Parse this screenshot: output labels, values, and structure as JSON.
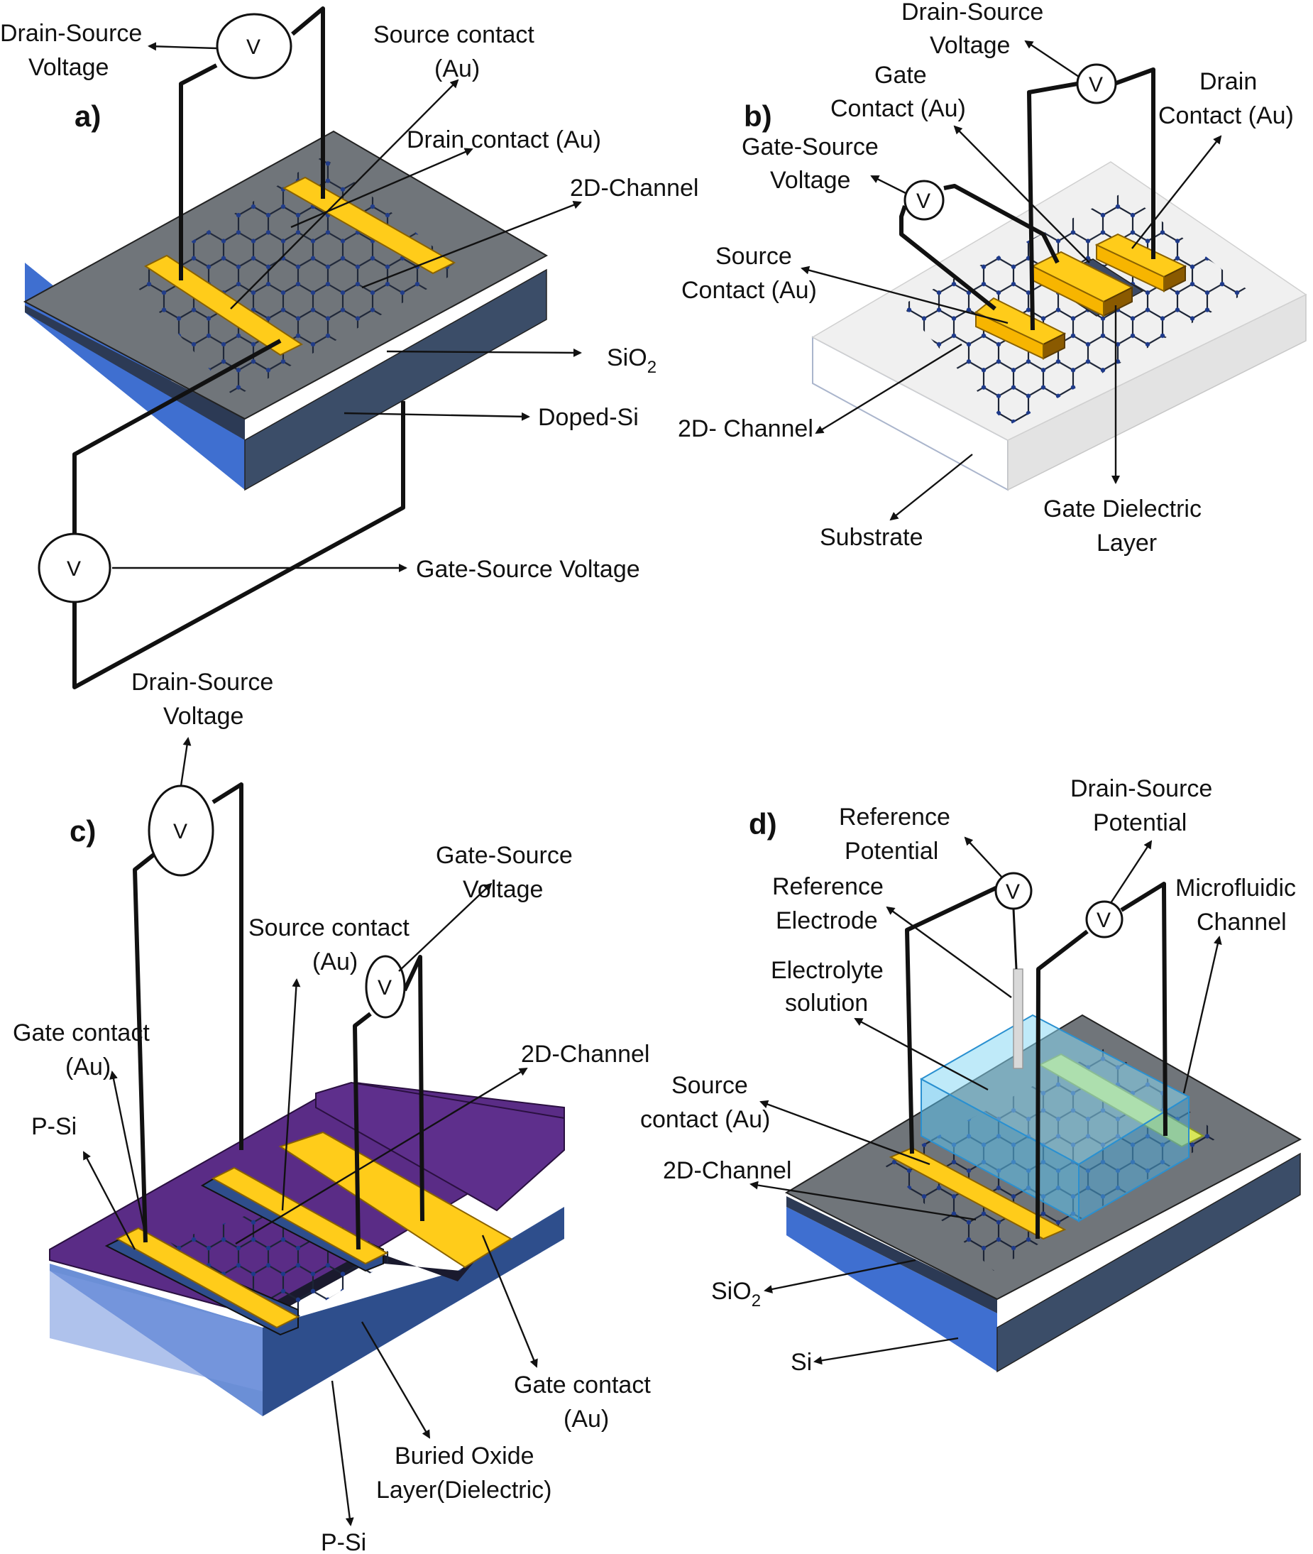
{
  "panels": {
    "a": {
      "tag": "a)",
      "labels": {
        "drain_source_1": "Drain-Source",
        "drain_source_2": "Voltage",
        "source_contact_1": "Source contact",
        "source_contact_2": "(Au)",
        "drain_contact": "Drain contact (Au)",
        "channel": "2D-Channel",
        "sio2_main": "SiO",
        "sio2_sub": "2",
        "doped_si": "Doped-Si",
        "gate_source": "Gate-Source Voltage"
      }
    },
    "b": {
      "tag": "b)",
      "labels": {
        "drain_source_1": "Drain-Source",
        "drain_source_2": "Voltage",
        "gate_contact_1": "Gate",
        "gate_contact_2": "Contact (Au)",
        "drain_contact_1": "Drain",
        "drain_contact_2": "Contact (Au)",
        "gate_source_1": "Gate-Source",
        "gate_source_2": "Voltage",
        "source_contact_1": "Source",
        "source_contact_2": "Contact (Au)",
        "channel": "2D- Channel",
        "substrate": "Substrate",
        "gate_dielectric_1": "Gate Dielectric",
        "gate_dielectric_2": "Layer"
      }
    },
    "c": {
      "tag": "c)",
      "labels": {
        "drain_source_1": "Drain-Source",
        "drain_source_2": "Voltage",
        "gate_source_1": "Gate-Source",
        "gate_source_2": "Voltage",
        "source_contact_1": "Source contact",
        "source_contact_2": "(Au)",
        "gate_contact_top_1": "Gate contact",
        "gate_contact_top_2": "(Au)",
        "channel": "2D-Channel",
        "psi_top": "P-Si",
        "gate_contact_bottom_1": "Gate contact",
        "gate_contact_bottom_2": "(Au)",
        "buried_oxide_1": "Buried Oxide",
        "buried_oxide_2": "Layer(Dielectric)",
        "psi_bottom": "P-Si"
      }
    },
    "d": {
      "tag": "d)",
      "labels": {
        "reference_potential_1": "Reference",
        "reference_potential_2": "Potential",
        "drain_source_1": "Drain-Source",
        "drain_source_2": "Potential",
        "reference_electrode_1": "Reference",
        "reference_electrode_2": "Electrode",
        "microfluidic_1": "Microfluidic",
        "microfluidic_2": "Channel",
        "electrolyte_1": "Electrolyte",
        "electrolyte_2": "solution",
        "source_contact_1": "Source",
        "source_contact_2": "contact (Au)",
        "channel": "2D-Channel",
        "sio2_main": "SiO",
        "sio2_sub": "2",
        "si": "Si"
      }
    }
  },
  "voltmeter_symbol": "V",
  "colors": {
    "oxide_top": "#6c7175",
    "oxide_side": "#3f4f66",
    "silicon_blue": "#3f6fd0",
    "gold": "#f7b500",
    "lattice": "#1c2436",
    "substrate_white": "#f2f2f2",
    "purple": "#5a2c86",
    "psi_blue": "#6f93d8",
    "electrolyte": "#6cc8ee"
  }
}
